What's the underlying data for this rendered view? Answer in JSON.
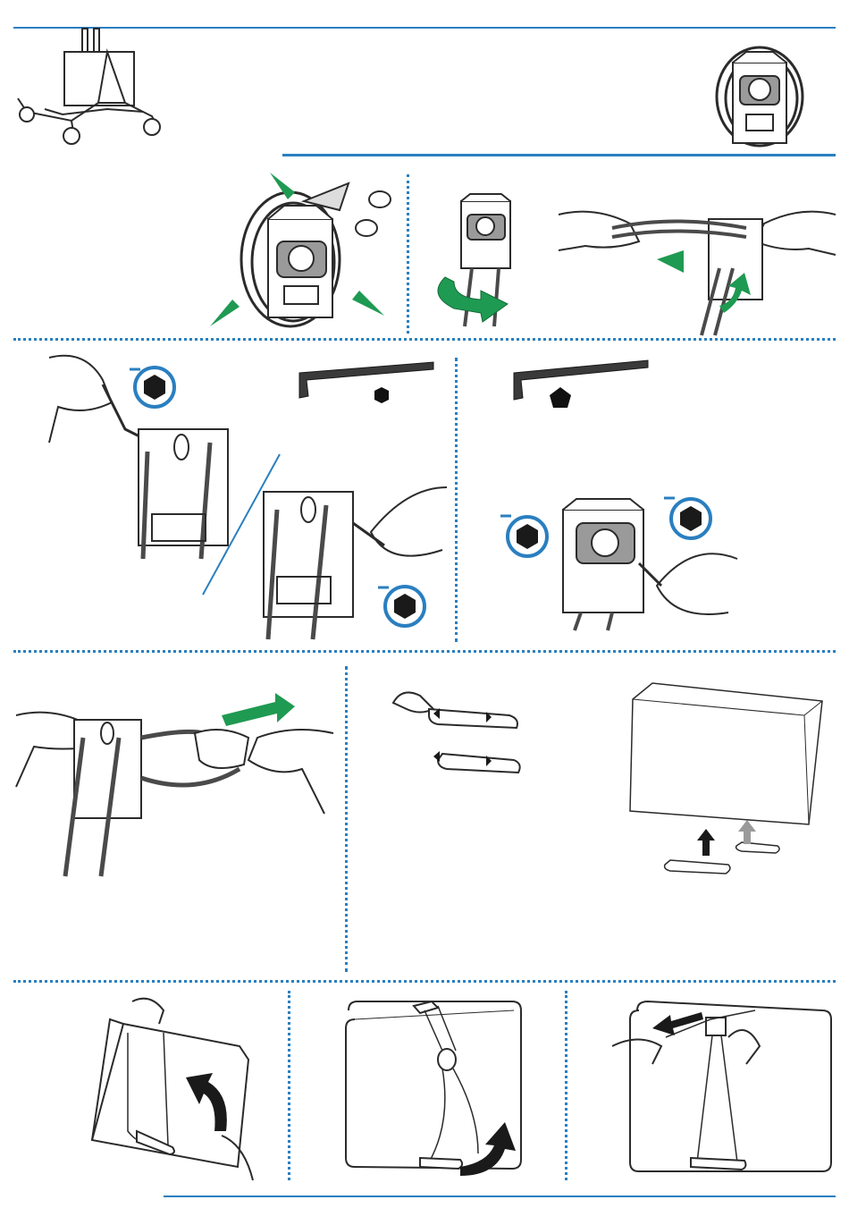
{
  "colors": {
    "rule_blue": "#2a7fc0",
    "accent_green": "#1f9a52",
    "outline": "#2b2b2b",
    "cable": "#4a4a4a",
    "shade": "#9a9a9a"
  },
  "panels": [
    {
      "id": "cart-overview",
      "icon": "cart-with-cable-bundle"
    },
    {
      "id": "bundle-overview",
      "icon": "cable-bundle-on-mount"
    },
    {
      "id": "cut-ties",
      "icon": "scissors-cut-ties"
    },
    {
      "id": "rotate-mount",
      "icon": "rotate-arrow"
    },
    {
      "id": "route-cables",
      "icon": "hands-route-cables"
    },
    {
      "id": "loosen-screws-hex",
      "icon": "hex-key-hexagon"
    },
    {
      "id": "loosen-screws-pentagon",
      "icon": "hex-key-pentagon"
    },
    {
      "id": "pull-cable",
      "icon": "push-arrow"
    },
    {
      "id": "feet-attach",
      "icon": "monitor-feet"
    },
    {
      "id": "tilt-monitor",
      "icon": "curved-arrow"
    },
    {
      "id": "clip-strap",
      "icon": "curved-arrow-black"
    },
    {
      "id": "pull-strap",
      "icon": "left-arrow-black"
    }
  ]
}
